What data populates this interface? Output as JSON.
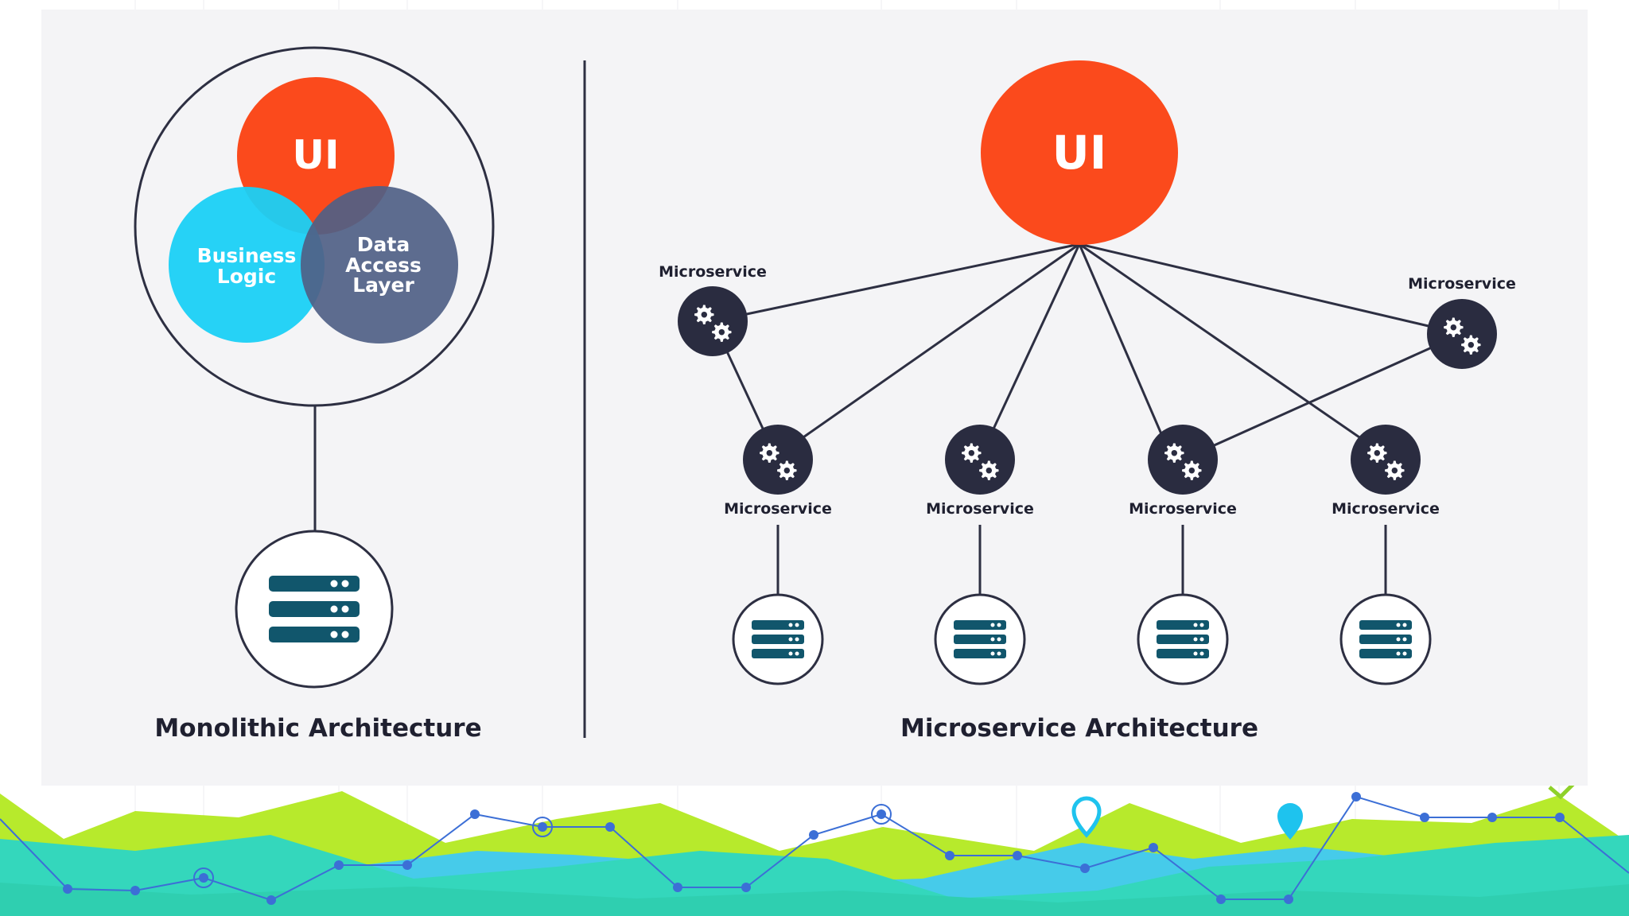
{
  "monolith": {
    "ui_label": "UI",
    "business_logic_line1": "Business",
    "business_logic_line2": "Logic",
    "data_access_line1": "Data",
    "data_access_line2": "Access",
    "data_access_line3": "Layer",
    "title": "Monolithic Architecture"
  },
  "microservices": {
    "ui_label": "UI",
    "service_label": "Microservice",
    "title": "Microservice Architecture"
  },
  "colors": {
    "ui_orange": "#fb4a1c",
    "business_cyan": "#1ad0f5",
    "data_access_slate": "#4f5f86",
    "node_navy": "#2a2c40",
    "db_teal": "#11566c",
    "panel_bg": "#f4f4f6",
    "line_dark": "#2d2f42",
    "wave_green": "#b7ea2c",
    "wave_teal": "#34d7bc",
    "wave_blue": "#46cbea",
    "chart_line_blue": "#3c6fd6"
  },
  "icons": {
    "service_node": "gears-icon",
    "database": "server-stack-icon",
    "pin": "location-pin-icon"
  }
}
